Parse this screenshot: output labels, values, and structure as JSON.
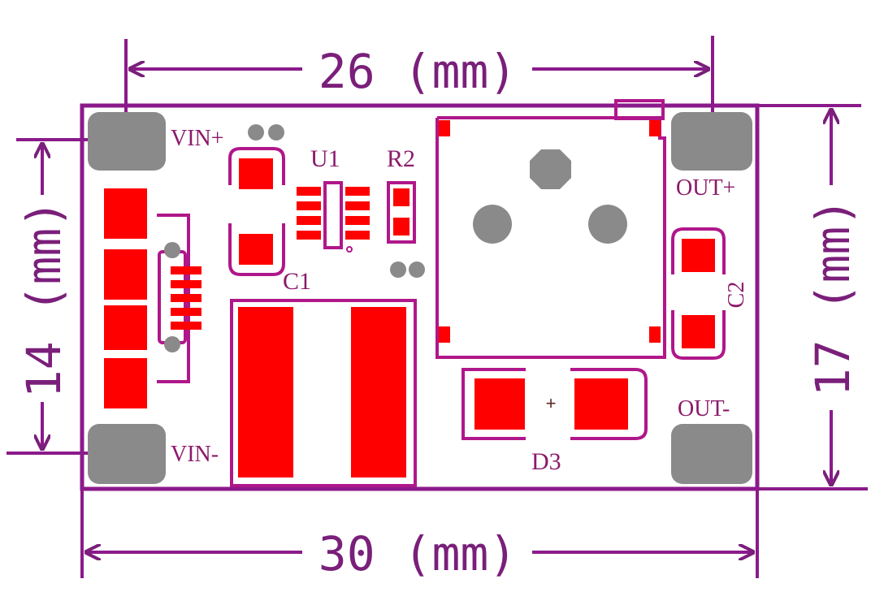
{
  "dimensions": {
    "top": "26 (mm)",
    "bottom": "30 (mm)",
    "left": "14 (mm)",
    "right": "17 (mm)"
  },
  "pads": {
    "vin_plus": "VIN+",
    "vin_minus": "VIN-",
    "out_plus": "OUT+",
    "out_minus": "OUT-"
  },
  "components": {
    "u1": "U1",
    "r2": "R2",
    "c1": "C1",
    "c2": "C2",
    "d3": "D3",
    "polarity_mark": "+"
  },
  "colors": {
    "board_outline": "#8b1a8b",
    "dimension": "#7a1f7a",
    "copper": "#ff0000",
    "silkscreen": "#b0178a",
    "mounting_pad": "#8a8a8a"
  }
}
